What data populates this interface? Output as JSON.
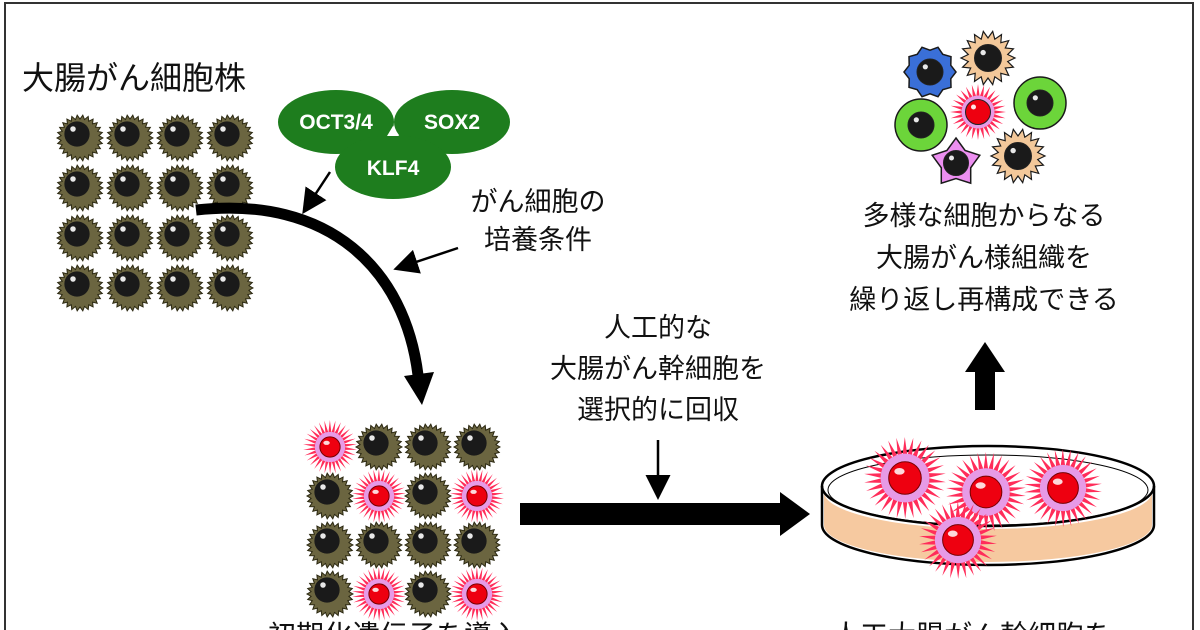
{
  "labels": {
    "cell_line": "大腸がん細胞株",
    "culture_line1": "がん細胞の",
    "culture_line2": "培養条件",
    "artificial_line1": "人工的な",
    "artificial_line2": "大腸がん幹細胞を",
    "artificial_line3": "選択的に回収",
    "diverse_line1": "多様な細胞からなる",
    "diverse_line2": "大腸がん様組織を",
    "diverse_line3": "繰り返し再構成できる",
    "bottom_left_partial": "初期化遺伝子を導入",
    "bottom_right_partial": "人工大腸がん幹細胞を"
  },
  "factors": {
    "oct": "OCT3/4",
    "sox": "SOX2",
    "klf": "KLF4"
  },
  "grids": {
    "cell_line": [
      [
        "normal",
        "normal",
        "normal",
        "normal"
      ],
      [
        "normal",
        "normal",
        "normal",
        "normal"
      ],
      [
        "normal",
        "normal",
        "normal",
        "normal"
      ],
      [
        "normal",
        "normal",
        "normal",
        "normal"
      ]
    ],
    "reprogrammed": [
      [
        "stem",
        "normal",
        "normal",
        "normal"
      ],
      [
        "normal",
        "stem",
        "normal",
        "stem"
      ],
      [
        "normal",
        "normal",
        "normal",
        "normal"
      ],
      [
        "normal",
        "stem",
        "normal",
        "stem"
      ]
    ]
  },
  "colors": {
    "normal_cell": "#6b6540",
    "nucleus": "#1a1a1a",
    "stem_spikes": "#ff2d5a",
    "stem_body": "#e79ae6",
    "stem_nucleus": "#ee0010",
    "factor_green": "#1e7d1e",
    "dish_medium": "#f6c9a0",
    "cluster_blue": "#3a6fd8",
    "cluster_orange": "#f3c89a",
    "cluster_green": "#6cd53a",
    "cluster_pink": "#ec8ff0"
  }
}
